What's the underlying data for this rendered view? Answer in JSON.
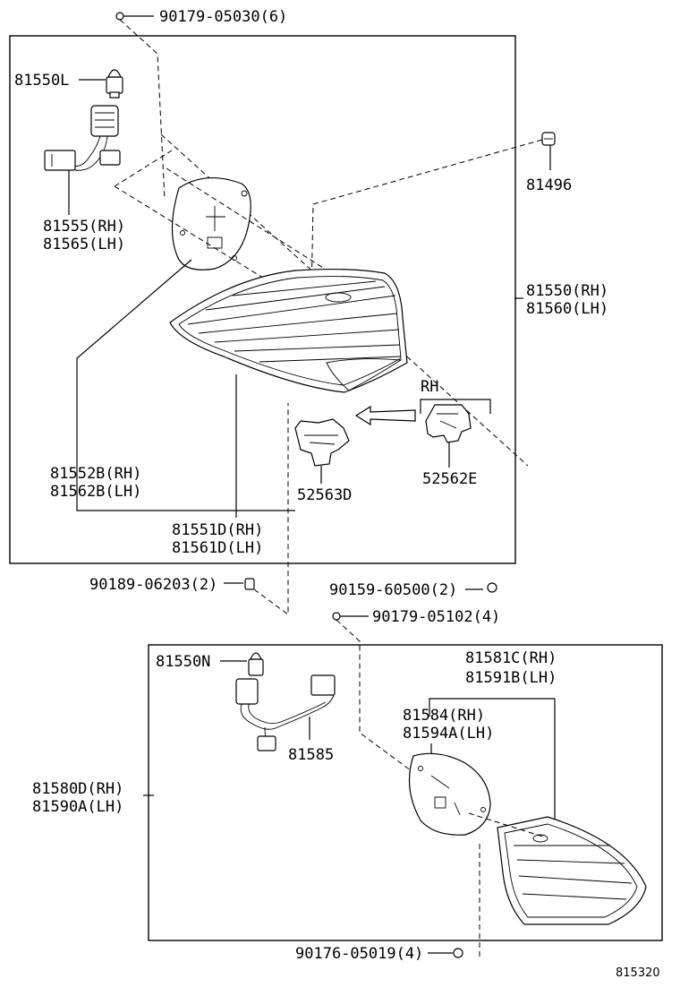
{
  "labels": {
    "bolt_top": "90179-05030(6)",
    "bulb_upper": "81550L",
    "socket_upper_rh": "81555(RH)",
    "socket_upper_lh": "81565(LH)",
    "clip_top_right": "81496",
    "lamp_outer_rh": "81550(RH)",
    "lamp_outer_lh": "81560(LH)",
    "rh_marker": "RH",
    "bracket_rh": "52562E",
    "bracket_lh": "52563D",
    "gasket_rh": "81552B(RH)",
    "gasket_lh": "81562B(LH)",
    "lens_rh": "81551D(RH)",
    "lens_lh": "81561D(LH)",
    "screw_left": "90189-06203(2)",
    "screw_right": "90159-60500(2)",
    "nut_mid": "90179-05102(4)",
    "bulb_lower": "81550N",
    "wire_lower": "81585",
    "inner_lamp_rh": "81581C(RH)",
    "inner_lamp_lh": "81591B(LH)",
    "cover_rh": "81584(RH)",
    "cover_lh": "81594A(LH)",
    "lamp_lower_rh": "81580D(RH)",
    "lamp_lower_lh": "81590A(LH)",
    "bolt_bottom": "90176-05019(4)",
    "diagram_ref": "815320"
  }
}
